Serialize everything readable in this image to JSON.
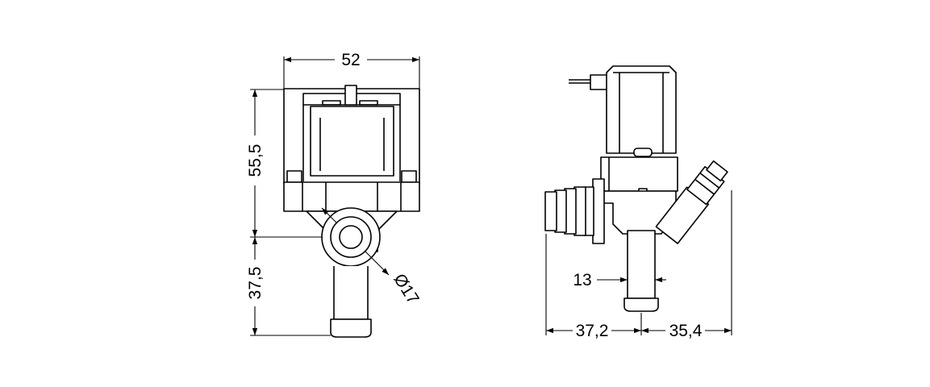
{
  "dimensions": {
    "width_top": "52",
    "height_upper": "55,5",
    "height_lower": "37,5",
    "port_diameter": "Ø17",
    "outlet_width": "13",
    "side_left": "37,2",
    "side_right": "35,4"
  },
  "colors": {
    "line": "#000000",
    "background": "#ffffff"
  }
}
